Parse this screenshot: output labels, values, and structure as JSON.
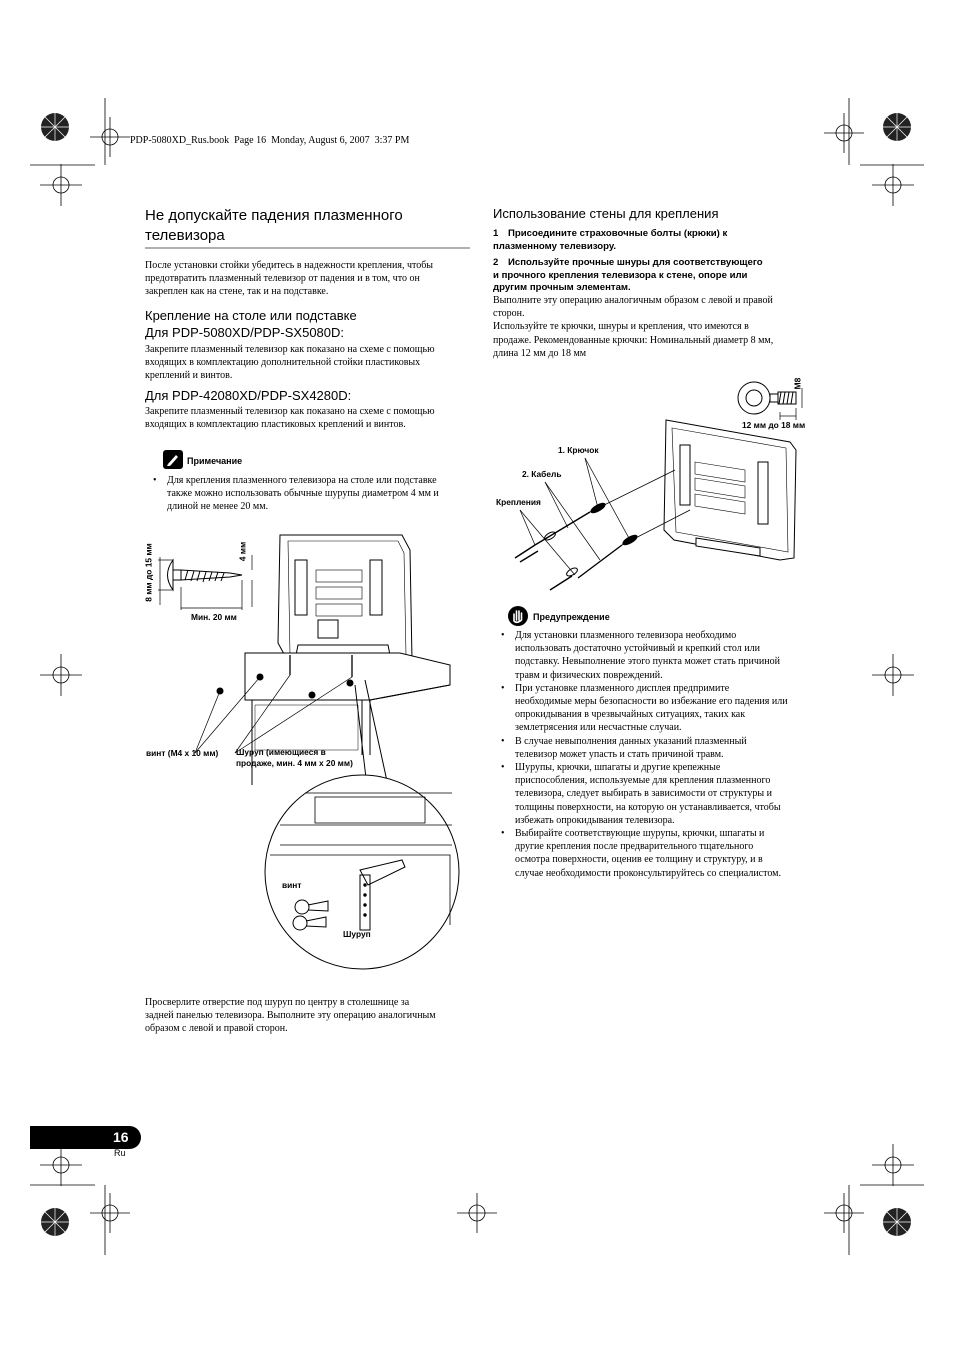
{
  "header": {
    "file_info": "PDP-5080XD_Rus.book  Page 16  Monday, August 6, 2007  3:37 PM"
  },
  "left": {
    "title_line1": "Не допускайте падения плазменного",
    "title_line2": "телевизора",
    "intro": [
      "После установки стойки убедитесь в надежности крепления, чтобы",
      "предотвратить плазменный телевизор от падения и в том, что он",
      "закреплен как на стене, так и на подставке."
    ],
    "sub1_line1": "Крепление на столе или подставке",
    "sub1_line2": "Для PDP-5080XD/PDP-SX5080D:",
    "sub1_text": [
      "Закрепите плазменный телевизор как показано на схеме с помощью",
      "входящих в комплектацию дополнительной стойки пластиковых",
      "креплений и винтов."
    ],
    "sub2_title": "Для PDP-42080XD/PDP-SX4280D:",
    "sub2_text": [
      "Закрепите плазменный телевизор как показано на схеме с помощью",
      "входящих в комплектацию пластиковых креплений и винтов."
    ],
    "note_title": "Примечание",
    "note_text": [
      "Для крепления плазменного телевизора на столе или подставке",
      "также можно использовать обычные шурупы диаметром 4 мм и",
      "длиной не менее 20 мм."
    ],
    "diagram": {
      "diameter_label": "8 мм до 15 мм",
      "thread_label": "4 мм",
      "length_label": "Мин. 20 мм",
      "screw_label": "винт (М4 x 10 мм)",
      "wood_screw_label_line1": "Шуруп (имеющиеся в",
      "wood_screw_label_line2": "продаже, мин. 4 мм x 20 мм)",
      "zoom_screw_label": "винт",
      "zoom_wood_label": "Шуруп"
    },
    "footer_text": [
      "Просверлите отверстие под шуруп по центру в столешнице за",
      "задней панелью телевизора. Выполните эту операцию аналогичным",
      "образом с левой и правой сторон."
    ]
  },
  "right": {
    "title": "Использование стены для крепления",
    "step1_num": "1",
    "step1_line1": "Присоедините страховочные болты (крюки) к",
    "step1_line2": "плазменному телевизору.",
    "step2_num": "2",
    "step2_line1": "Используйте прочные шнуры для соответствующего",
    "step2_line2": "и прочного крепления телевизора к стене, опоре или",
    "step2_line3": "другим прочным элементам.",
    "text": [
      "Выполните эту операцию аналогичным образом с левой и правой",
      "сторон.",
      "Используйте те крючки, шнуры и крепления, что имеются в",
      "продаже. Рекомендованные крючки: Номинальный диаметр 8 мм,",
      "длина 12 мм до 18 мм"
    ],
    "diagram": {
      "bolt_label": "M8",
      "bolt_length_label": "12 мм до 18 мм",
      "hook_label": "1. Крючок",
      "cable_label": "2. Кабель",
      "fastener_label": "Крепления"
    },
    "warning_title": "Предупреждение",
    "warnings": [
      [
        "Для установки плазменного телевизора необходимо",
        "использовать достаточно устойчивый и крепкий стол или",
        "подставку. Невыполнение этого пункта может стать причиной",
        "травм и физических повреждений."
      ],
      [
        "При установке плазменного дисплея предпримите",
        "необходимые меры безопасности во избежание его падения или",
        "опрокидывания в чрезвычайных ситуациях, таких как",
        "землетрясения или несчастные случаи."
      ],
      [
        "В случае невыполнения данных указаний плазменный",
        "телевизор может упасть и стать причиной травм."
      ],
      [
        "Шурупы, крючки, шпагаты и другие крепежные",
        "приспособления, используемые для крепления плазменного",
        "телевизора, следует выбирать в зависимости от структуры и",
        "толщины поверхности, на которую он устанавливается, чтобы",
        "избежать опрокидывания телевизора."
      ],
      [
        "Выбирайте соответствующие шурупы, крючки, шпагаты и",
        "другие крепления после предварительного тщательного",
        "осмотра поверхности, оценив ее толщину и структуру, и в",
        "случае необходимости проконсультируйтесь со специалистом."
      ]
    ]
  },
  "footer": {
    "page_number": "16",
    "language": "Ru"
  },
  "colors": {
    "rule": "#b0b0b0",
    "ink": "#000000",
    "page_tab": "#000000"
  }
}
